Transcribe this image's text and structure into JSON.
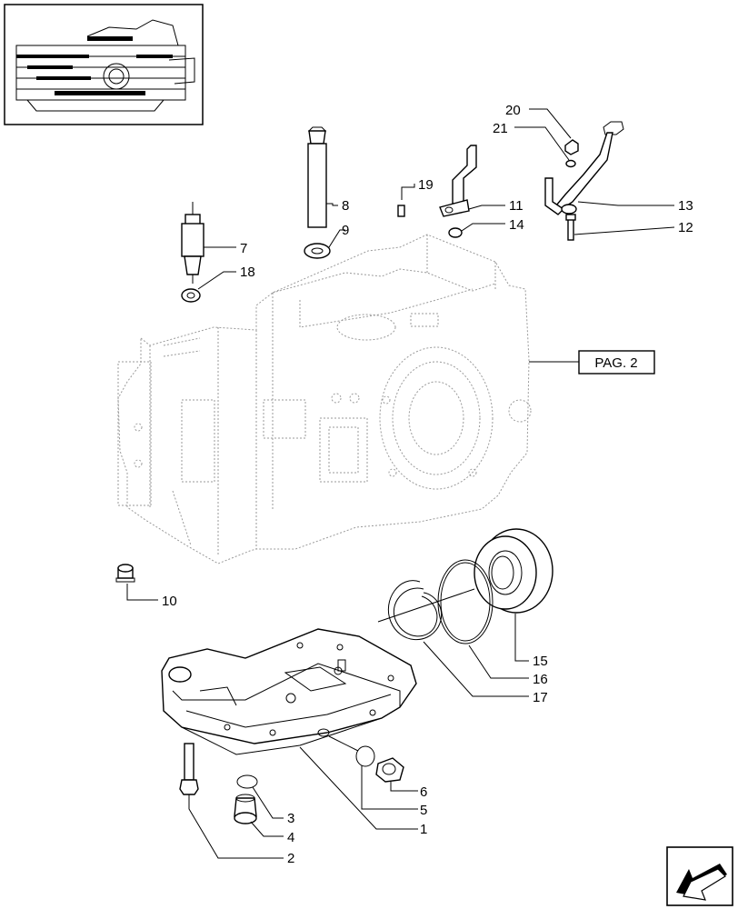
{
  "reference_box": {
    "label": "PAG. 2"
  },
  "callouts": [
    {
      "id": "c1",
      "label": "1"
    },
    {
      "id": "c2",
      "label": "2"
    },
    {
      "id": "c3",
      "label": "3"
    },
    {
      "id": "c4",
      "label": "4"
    },
    {
      "id": "c5",
      "label": "5"
    },
    {
      "id": "c6",
      "label": "6"
    },
    {
      "id": "c7",
      "label": "7"
    },
    {
      "id": "c8",
      "label": "8"
    },
    {
      "id": "c9",
      "label": "9"
    },
    {
      "id": "c10",
      "label": "10"
    },
    {
      "id": "c11",
      "label": "11"
    },
    {
      "id": "c12",
      "label": "12"
    },
    {
      "id": "c13",
      "label": "13"
    },
    {
      "id": "c14",
      "label": "14"
    },
    {
      "id": "c15",
      "label": "15"
    },
    {
      "id": "c16",
      "label": "16"
    },
    {
      "id": "c17",
      "label": "17"
    },
    {
      "id": "c18",
      "label": "18"
    },
    {
      "id": "c19",
      "label": "19"
    },
    {
      "id": "c20",
      "label": "20"
    },
    {
      "id": "c21",
      "label": "21"
    }
  ],
  "icons": {
    "thumbnail": "assembly-thumbnail-icon",
    "navigation": "previous-page-arrow-icon"
  }
}
